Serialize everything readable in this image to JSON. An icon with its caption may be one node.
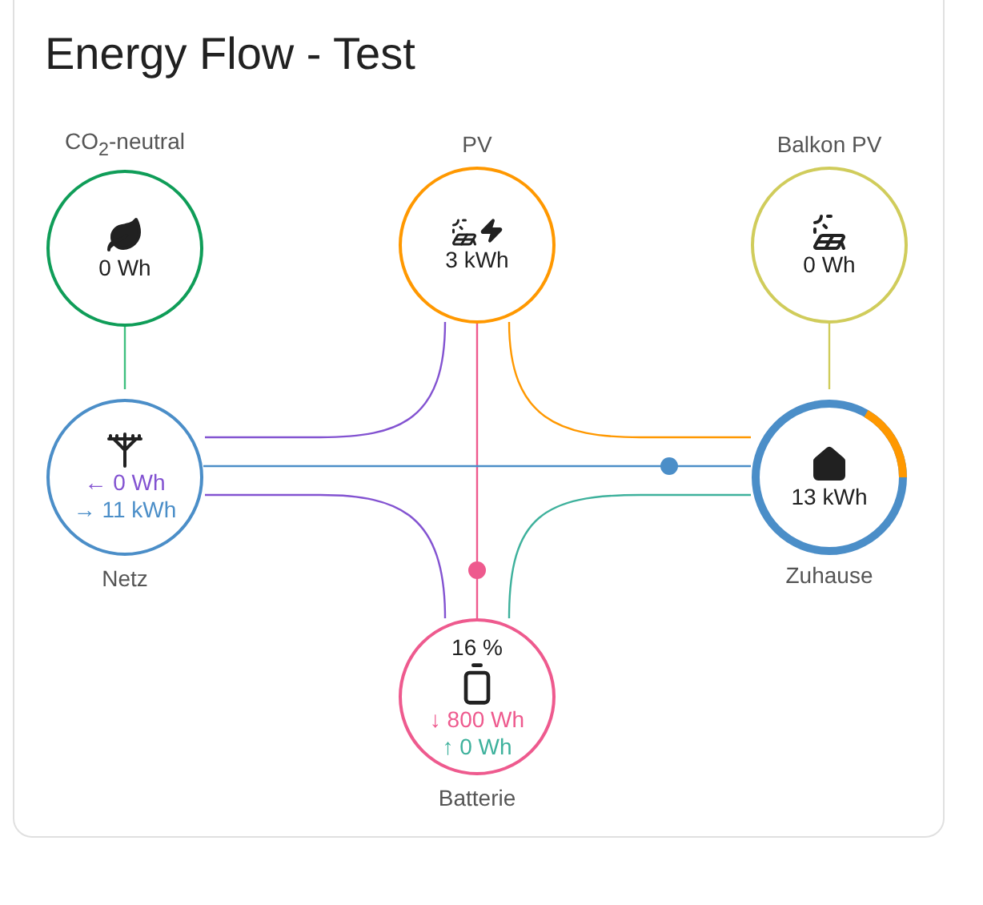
{
  "diagram": {
    "title": "Energy Flow - Test",
    "nodes": [
      {
        "text": [
          "CO$_{2}$-neutral",
          "0 Wh"
        ]
      },
      {
        "text": [
          "PV",
          "3 kWh"
        ]
      },
      {
        "text": [
          "Balkon PV",
          "0 Wh"
        ]
      },
      {
        "text": [
          "← 0 Wh",
          "→ 11 kWh",
          "Netz"
        ]
      },
      {
        "text": [
          "13 kWh",
          "Zuhause"
        ]
      },
      {
        "text": [
          "16 %",
          "↓ 800 Wh",
          "↑ 0 Wh",
          "Batterie"
        ]
      }
    ],
    "edges": [
      {
        "from": 0,
        "to": 3,
        "arrow": "none",
        "color": "#3fbf7f"
      },
      {
        "from": 1,
        "to": 3,
        "arrow": "none",
        "color": "#8353d1"
      },
      {
        "from": 1,
        "to": 5,
        "arrow": "none",
        "color": "#ee5a8e"
      },
      {
        "from": 1,
        "to": 4,
        "arrow": "none",
        "color": "#ff9800"
      },
      {
        "from": 2,
        "to": 4,
        "arrow": "none",
        "color": "#d0cc5b"
      },
      {
        "from": 3,
        "to": 4,
        "arrow": "none",
        "color": "#4b8ec8"
      },
      {
        "from": 3,
        "to": 5,
        "arrow": "none",
        "color": "#8353d1"
      },
      {
        "from": 5,
        "to": 4,
        "arrow": "none",
        "color": "#3eb19c"
      }
    ]
  }
}
